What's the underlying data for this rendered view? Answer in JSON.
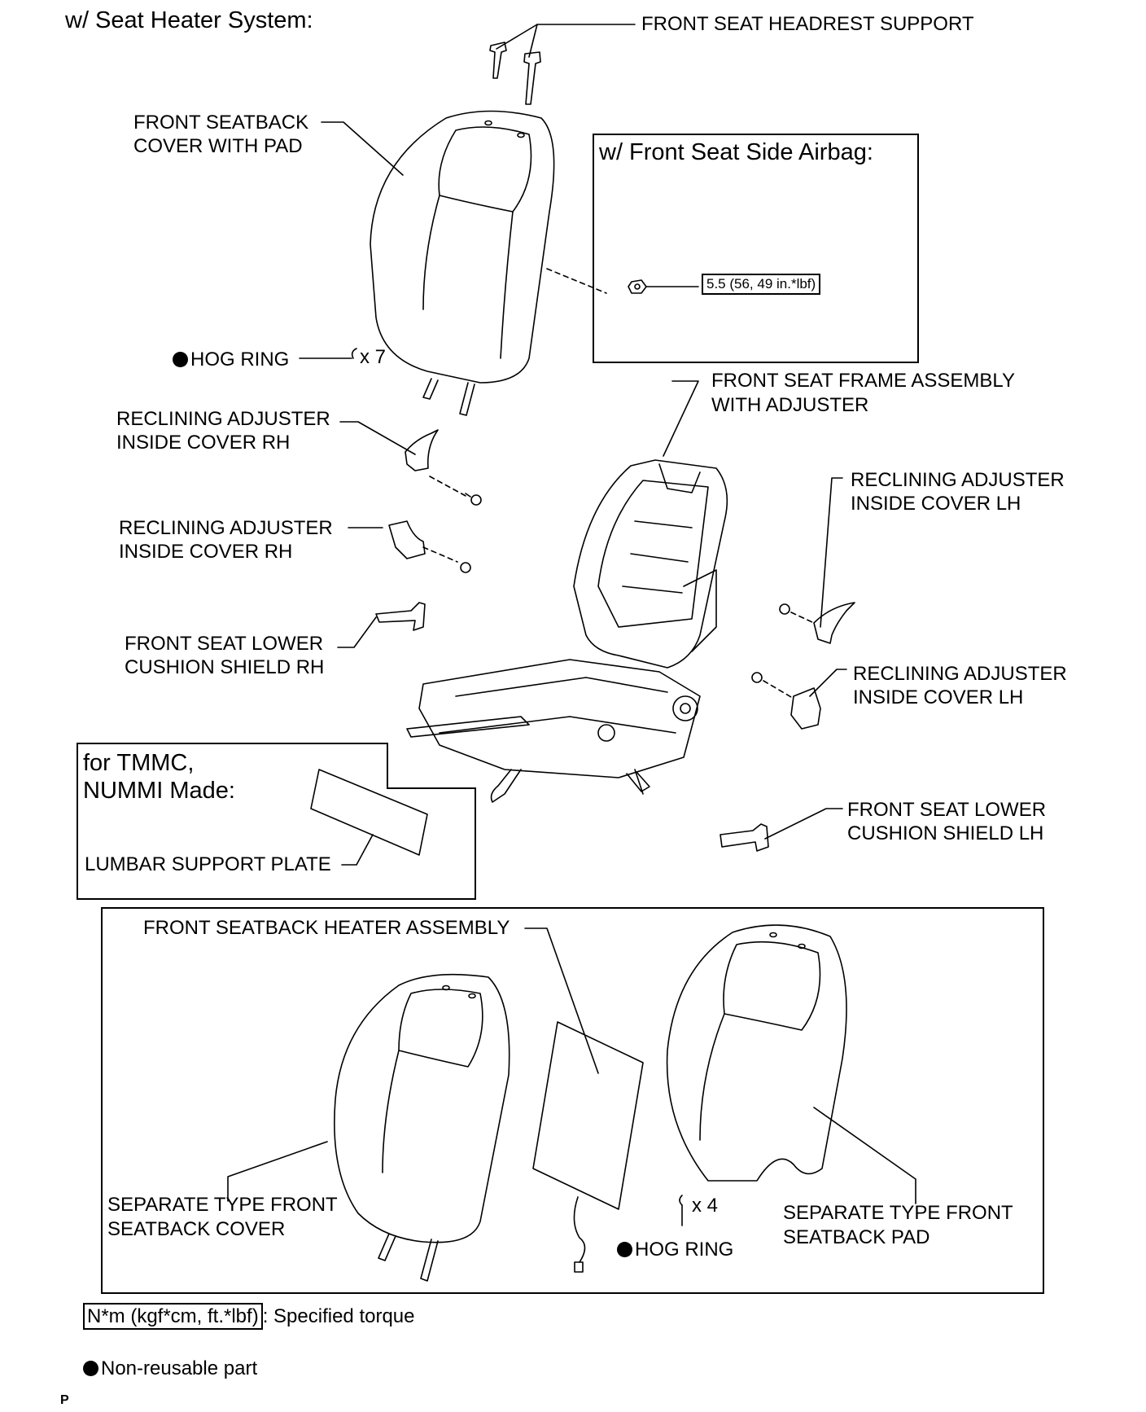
{
  "header": {
    "title": "w/ Seat Heater System:"
  },
  "labels": {
    "headrest_support": "FRONT SEAT HEADREST SUPPORT",
    "seatback_cover_l1": "FRONT SEATBACK",
    "seatback_cover_l2": "COVER WITH PAD",
    "hog_ring_top": "HOG RING",
    "hog_ring_top_qty": "x 7",
    "frame_l1": "FRONT SEAT FRAME ASSEMBLY",
    "frame_l2": "WITH ADJUSTER",
    "recl_rh_1_l1": "RECLINING ADJUSTER",
    "recl_rh_1_l2": "INSIDE COVER RH",
    "recl_rh_2_l1": "RECLINING ADJUSTER",
    "recl_rh_2_l2": "INSIDE COVER RH",
    "recl_lh_1_l1": "RECLINING ADJUSTER",
    "recl_lh_1_l2": "INSIDE COVER LH",
    "recl_lh_2_l1": "RECLINING ADJUSTER",
    "recl_lh_2_l2": "INSIDE COVER LH",
    "shield_rh_l1": "FRONT SEAT LOWER",
    "shield_rh_l2": "CUSHION SHIELD RH",
    "shield_lh_l1": "FRONT SEAT LOWER",
    "shield_lh_l2": "CUSHION SHIELD LH",
    "heater": "FRONT SEATBACK HEATER ASSEMBLY",
    "sep_cover_l1": "SEPARATE TYPE FRONT",
    "sep_cover_l2": "SEATBACK COVER",
    "sep_pad_l1": "SEPARATE TYPE FRONT",
    "sep_pad_l2": "SEATBACK PAD",
    "hog_ring_bottom": "HOG RING",
    "hog_ring_bottom_qty": "x 4"
  },
  "airbag_box": {
    "title": "w/ Front Seat Side Airbag:",
    "torque": "5.5 (56, 49 in.*lbf)"
  },
  "tmmc_box": {
    "title_l1": "for TMMC,",
    "title_l2": "NUMMI Made:",
    "part": "LUMBAR SUPPORT PLATE"
  },
  "legend": {
    "torque_key": "N*m (kgf*cm, ft.*lbf)",
    "torque_desc": ": Specified torque",
    "nonreusable": "Non-reusable part"
  },
  "footer": {
    "code": "P"
  }
}
